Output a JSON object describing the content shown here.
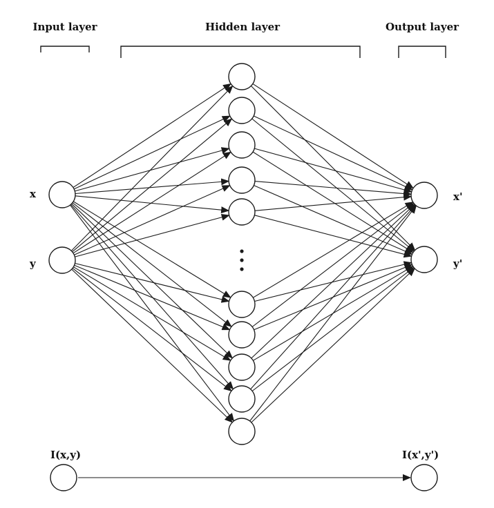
{
  "layers": {
    "input": {
      "title": "Input layer",
      "node_labels": [
        "x",
        "y"
      ]
    },
    "hidden": {
      "title": "Hidden layer",
      "upper_count": 5,
      "lower_count": 5
    },
    "output": {
      "title": "Output layer",
      "node_labels": [
        "x'",
        "y'"
      ]
    }
  },
  "mapping": {
    "source_label": "I(x,y)",
    "target_label": "I(x',y')"
  }
}
